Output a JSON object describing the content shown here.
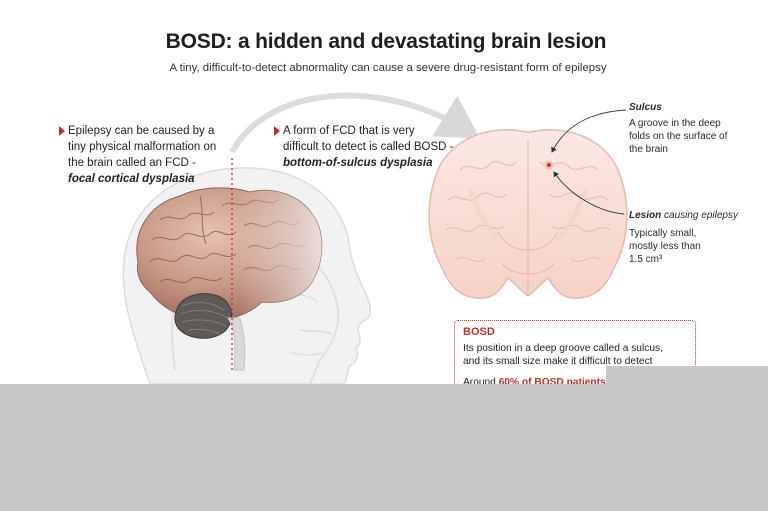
{
  "title": "BOSD: a hidden and devastating brain lesion",
  "subtitle": "A tiny, difficult-to-detect abnormality can cause a severe drug-resistant form of epilepsy",
  "callout_left": {
    "line1": "Epilepsy can be caused by a",
    "line2": "tiny physical malformation on",
    "line3": "the brain called an FCD -",
    "line4": "focal cortical dysplasia"
  },
  "callout_right": {
    "line1": "A form of FCD that is very",
    "line2": "difficult to detect is called BOSD -",
    "line3": "bottom-of-sulcus dysplasia"
  },
  "sulcus": {
    "heading": "Sulcus",
    "line1": "A groove in the deep",
    "line2": "folds on the surface of",
    "line3": "the brain"
  },
  "lesion": {
    "heading": "Lesion",
    "heading_suffix": " causing epilepsy",
    "line1": "Typically small,",
    "line2": "mostly less than",
    "line3": "1.5 cm³"
  },
  "bosd_box": {
    "heading": "BOSD",
    "line1": "Its position in a deep groove called a sulcus,",
    "line2": "and its small size make it difficult to detect",
    "more_prefix": "Around ",
    "more_bold": "60% of  BOSD patients"
  },
  "colors": {
    "accent": "#b8322c",
    "grey_overlay": "#c8c8c8"
  }
}
